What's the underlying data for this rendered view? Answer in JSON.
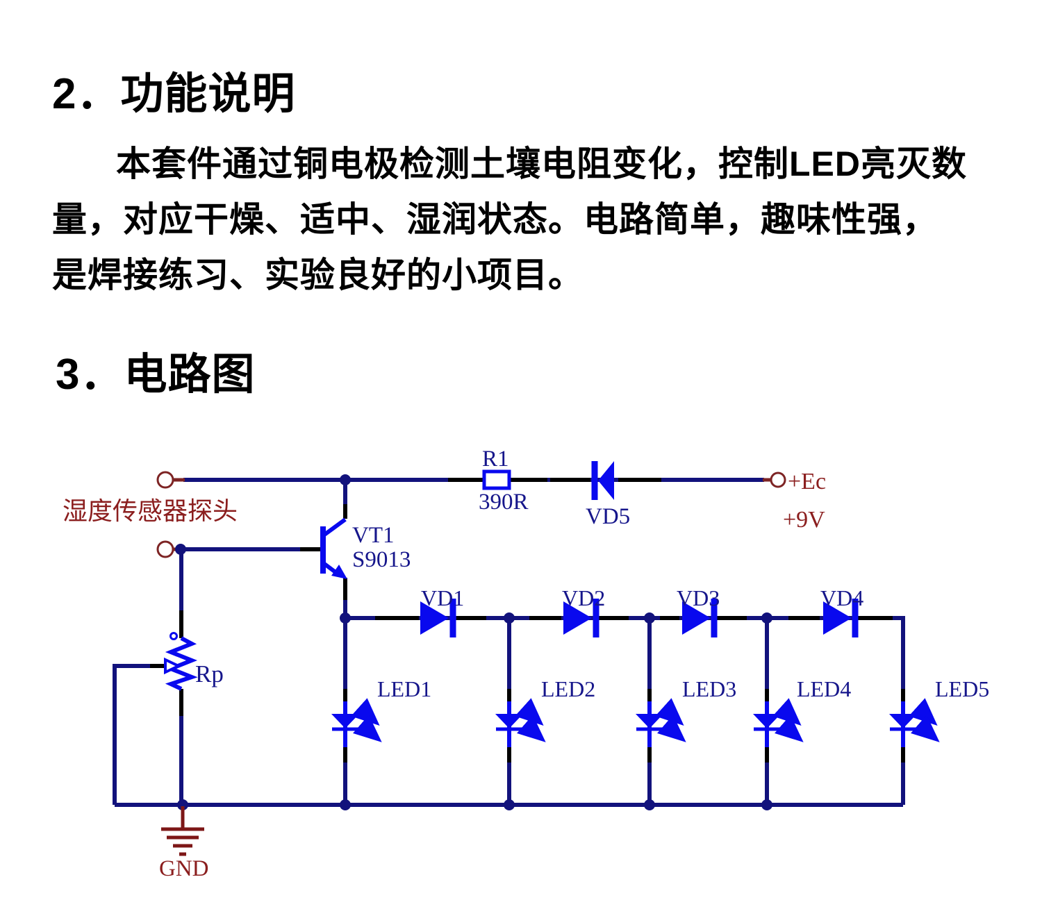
{
  "doc": {
    "heading_function": "2．功能说明",
    "paragraph_lines": [
      "本套件通过铜电极检测土壤电阻变化，控制LED亮灭数",
      "量，对应干燥、适中、湿润状态。电路简单，趣味性强，",
      "是焊接练习、实验良好的小项目。"
    ],
    "heading_circuit": "3．电路图"
  },
  "circuit": {
    "sensor_label": "湿度传感器探头",
    "resistor": {
      "ref": "R1",
      "value": "390R"
    },
    "transistor": {
      "ref": "VT1",
      "model": "S9013"
    },
    "diodes": [
      "VD1",
      "VD2",
      "VD3",
      "VD4",
      "VD5"
    ],
    "leds": [
      "LED1",
      "LED2",
      "LED3",
      "LED4",
      "LED5"
    ],
    "potentiometer": {
      "ref": "Rp"
    },
    "power": {
      "rail": "+Ec",
      "voltage": "+9V"
    },
    "ground": "GND",
    "colors": {
      "wire": "#12127C",
      "component_pin": "#000000",
      "symbol_blue": "#0909EE",
      "label_blue": "#16168B",
      "label_red": "#8B1E1E",
      "text_black": "#000000"
    }
  }
}
